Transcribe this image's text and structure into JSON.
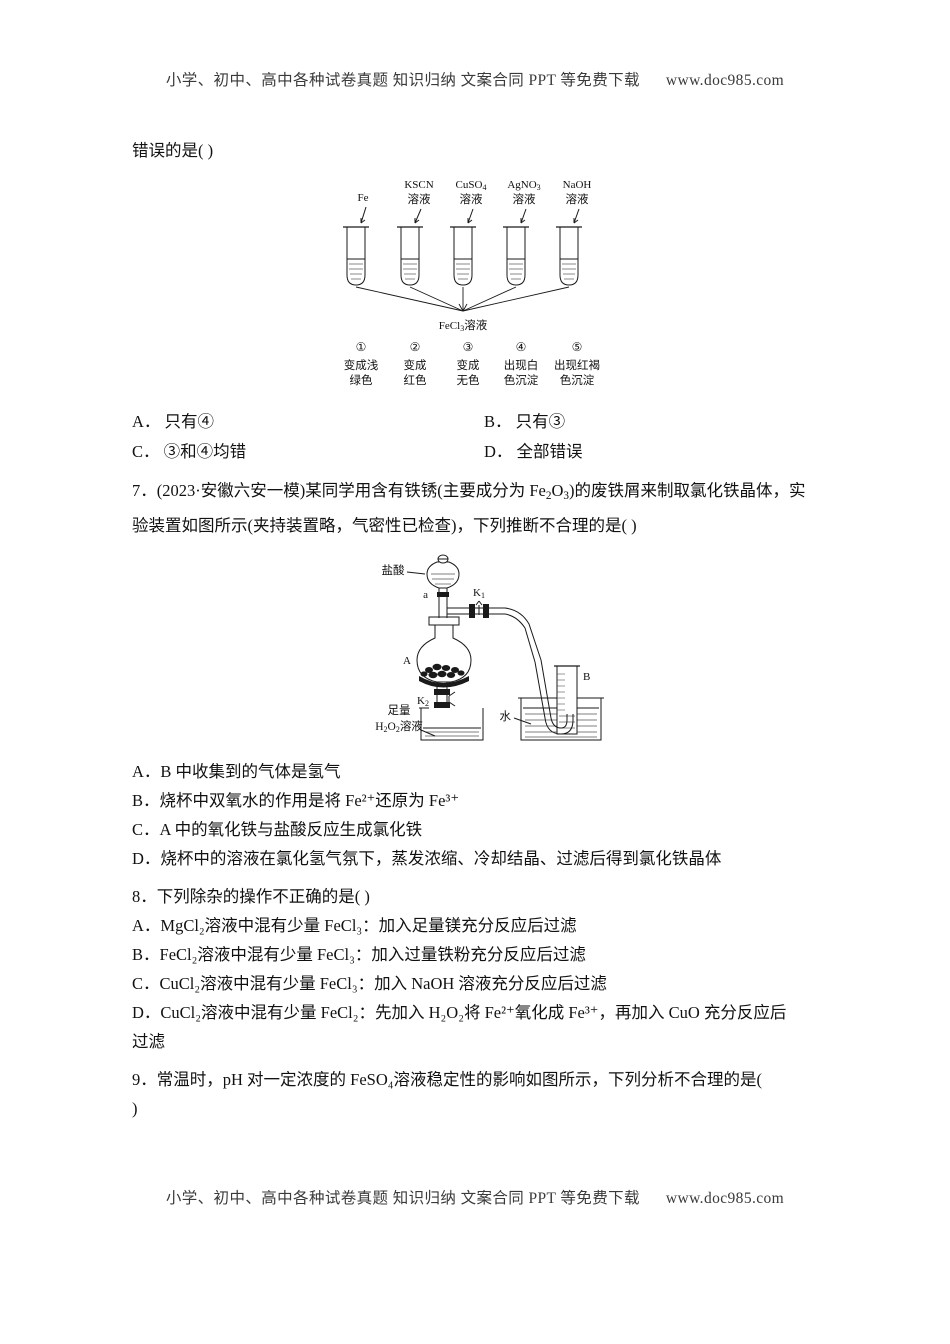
{
  "page": {
    "header_text": "小学、初中、高中各种试卷真题  知识归纳  文案合同  PPT 等免费下载",
    "header_url": "www.doc985.com",
    "footer_text": "小学、初中、高中各种试卷真题  知识归纳  文案合同  PPT 等免费下载",
    "footer_url": "www.doc985.com"
  },
  "q6": {
    "stem_tail": "错误的是(        )",
    "figure": {
      "tube_labels": [
        {
          "line1": "Fe",
          "line2": ""
        },
        {
          "line1": "KSCN",
          "line2": "溶液"
        },
        {
          "line1": "CuSO",
          "sub": "4",
          "line2": "溶液"
        },
        {
          "line1": "AgNO",
          "sub": "3",
          "line2": "溶液"
        },
        {
          "line1": "NaOH",
          "line2": "溶液"
        }
      ],
      "center_label_pre": "FeCl",
      "center_label_sub": "3",
      "center_label_post": "溶液",
      "numbers": [
        "①",
        "②",
        "③",
        "④",
        "⑤"
      ],
      "results": [
        {
          "l1": "变成浅",
          "l2": "绿色"
        },
        {
          "l1": "变成",
          "l2": "红色"
        },
        {
          "l1": "变成",
          "l2": "无色"
        },
        {
          "l1": "出现白",
          "l2": "色沉淀"
        },
        {
          "l1": "出现红褐",
          "l2": "色沉淀"
        }
      ]
    },
    "options": [
      {
        "key": "A．",
        "text": "只有④"
      },
      {
        "key": "B．",
        "text": "只有③"
      },
      {
        "key": "C．",
        "text": "③和④均错"
      },
      {
        "key": "D．",
        "text": "全部错误"
      }
    ]
  },
  "q7": {
    "number": "7．",
    "source": "(2023·安徽六安一模)",
    "stem_1": "某同学用含有铁锈(主要成分为 Fe",
    "stem_1_sub": "2",
    "stem_1_mid": "O",
    "stem_1_sub2": "3",
    "stem_1_end": ")的废铁屑来制取氯化铁晶体，",
    "stem_2": "实验装置如图所示(夹持装置略，气密性已检查)，下列推断不合理的是(        )",
    "figure": {
      "label_acid": "盐酸",
      "label_a_valve": "a",
      "label_k1": "K",
      "label_k1_sub": "1",
      "label_flask": "A",
      "label_k2": "K",
      "label_k2_sub": "2",
      "label_excess": "足量",
      "label_h2o2_pre": "H",
      "label_h2o2_sub1": "2",
      "label_h2o2_mid": "O",
      "label_h2o2_sub2": "2",
      "label_h2o2_post": "溶液",
      "label_water": "水",
      "label_b": "B"
    },
    "options": [
      {
        "key": "A．",
        "text": "B 中收集到的气体是氢气"
      },
      {
        "key": "B．",
        "text": "烧杯中双氧水的作用是将 Fe²⁺还原为 Fe³⁺"
      },
      {
        "key": "C．",
        "text": "A 中的氧化铁与盐酸反应生成氯化铁"
      },
      {
        "key": "D．",
        "text": "烧杯中的溶液在氯化氢气氛下，蒸发浓缩、冷却结晶、过滤后得到氯化铁晶体"
      }
    ]
  },
  "q8": {
    "number": "8．",
    "stem": "下列除杂的操作不正确的是(        )",
    "options": [
      {
        "key": "A．",
        "text": "MgCl₂溶液中混有少量 FeCl₃：加入足量镁充分反应后过滤"
      },
      {
        "key": "B．",
        "text": "FeCl₂溶液中混有少量 FeCl₃：加入过量铁粉充分反应后过滤"
      },
      {
        "key": "C．",
        "text": "CuCl₂溶液中混有少量 FeCl₃：加入 NaOH 溶液充分反应后过滤"
      },
      {
        "key": "D．",
        "text": "CuCl₂溶液中混有少量 FeCl₂：先加入 H₂O₂将 Fe²⁺氧化成 Fe³⁺，再加入 CuO 充分反应后"
      },
      {
        "key": "",
        "text": "过滤"
      }
    ]
  },
  "q9": {
    "number": "9．",
    "stem_line1": "常温时，pH 对一定浓度的 FeSO₄溶液稳定性的影响如图所示，下列分析不合理的是(",
    "stem_line2": ")"
  }
}
